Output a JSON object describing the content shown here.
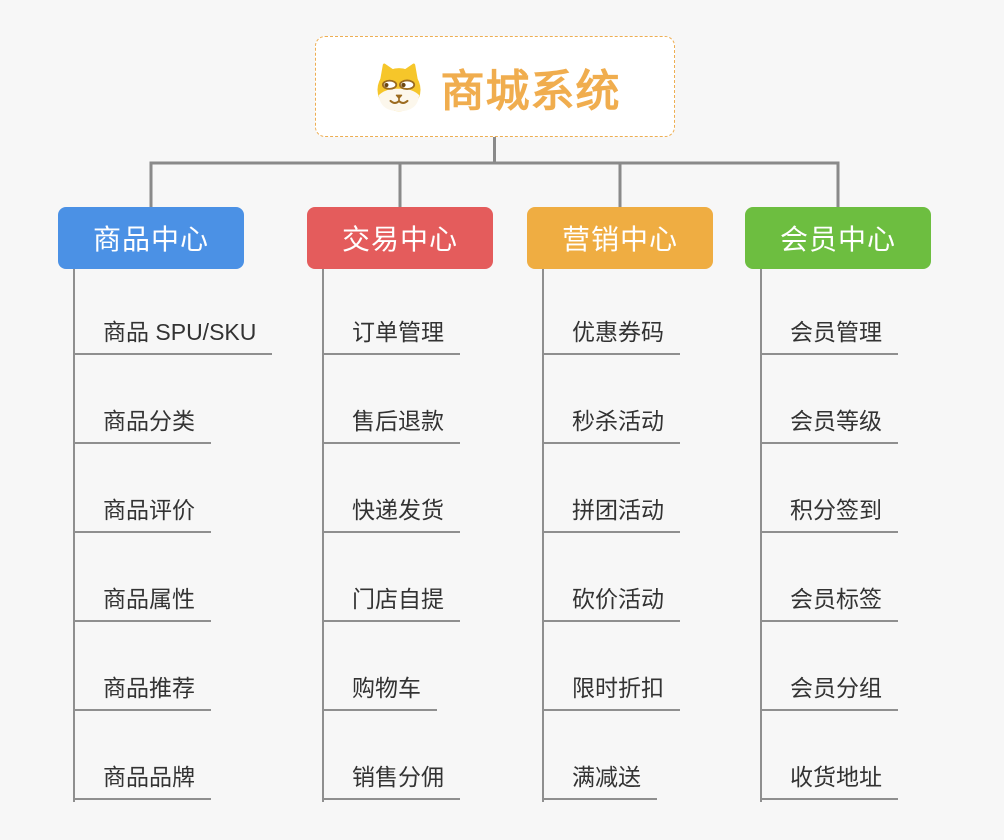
{
  "page": {
    "background": "#f7f7f7"
  },
  "root": {
    "title": "商城系统",
    "icon": "shiba-dog-icon",
    "title_color": "#f0ad4e",
    "border_color": "#eeae52",
    "background": "#ffffff"
  },
  "connector_color": "#8a8a8a",
  "branches": [
    {
      "label": "商品中心",
      "color": "#4b91e5",
      "items": [
        "商品 SPU/SKU",
        "商品分类",
        "商品评价",
        "商品属性",
        "商品推荐",
        "商品品牌"
      ]
    },
    {
      "label": "交易中心",
      "color": "#e45c5c",
      "items": [
        "订单管理",
        "售后退款",
        "快递发货",
        "门店自提",
        "购物车",
        "销售分佣"
      ]
    },
    {
      "label": "营销中心",
      "color": "#efad42",
      "items": [
        "优惠券码",
        "秒杀活动",
        "拼团活动",
        "砍价活动",
        "限时折扣",
        "满减送"
      ]
    },
    {
      "label": "会员中心",
      "color": "#6dbe40",
      "items": [
        "会员管理",
        "会员等级",
        "积分签到",
        "会员标签",
        "会员分组",
        "收货地址"
      ]
    }
  ]
}
